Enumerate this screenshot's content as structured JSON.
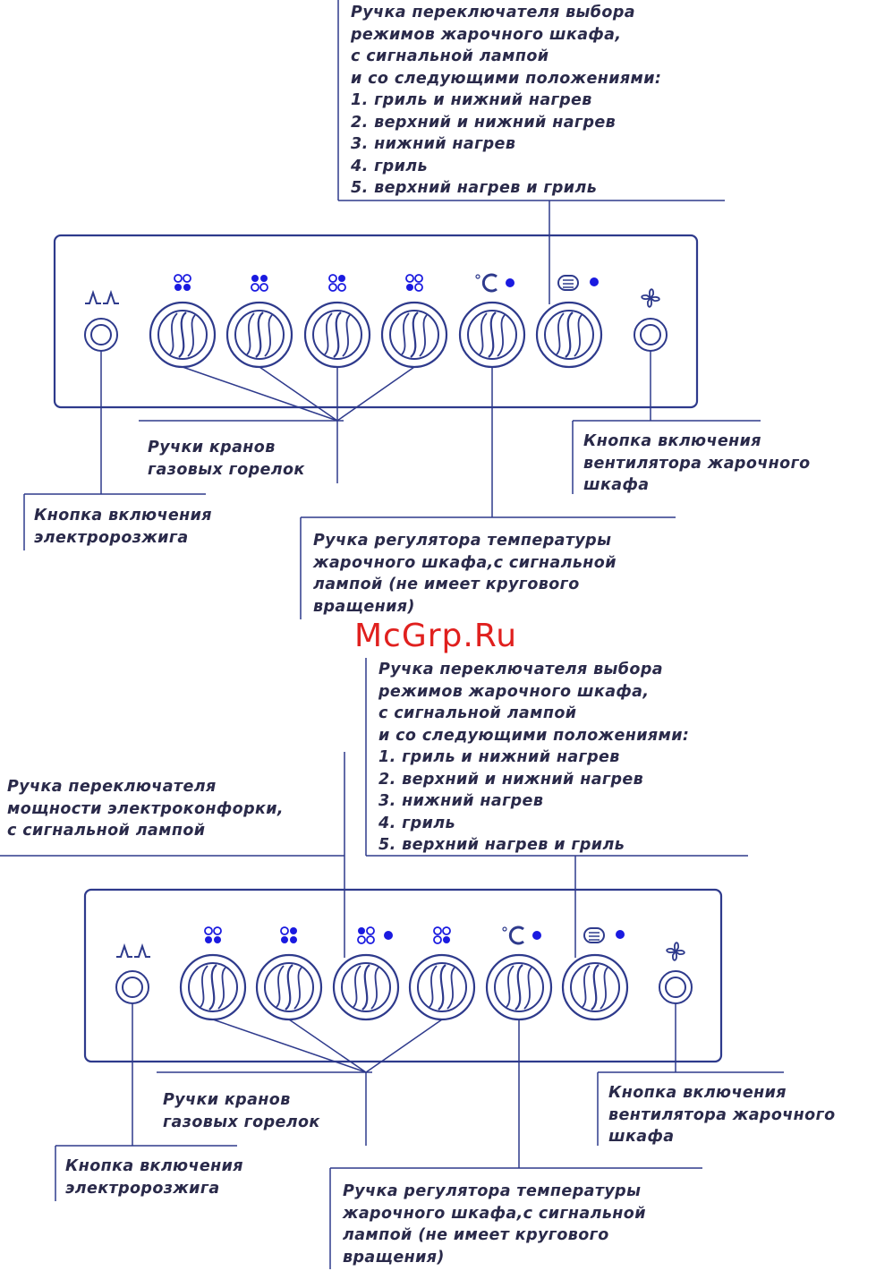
{
  "panel1": {
    "mode_switch_label": "Ручка переключателя выбора\nрежимов жарочного шкафа,\nс сигнальной лампой\nи со следующими положениями:\n1. гриль и нижний нагрев\n2. верхний и нижний нагрев\n3. нижний нагрев\n4. гриль\n5. верхний нагрев и гриль",
    "gas_knobs_label": "Ручки кранов\nгазовых горелок",
    "fan_button_label": "Кнопка включения\nвентилятора жарочного\nшкафа",
    "ignition_button_label": "Кнопка включения\nэлектророзжига",
    "thermostat_label": "Ручка регулятора температуры\nжарочного шкафа,с сигнальной\nлампой (не имеет кругового\nвращения)"
  },
  "watermark": "McGrp.Ru",
  "panel2": {
    "mode_switch_label": "Ручка переключателя выбора\nрежимов жарочного шкафа,\nс сигнальной лампой\nи со следующими положениями:\n1. гриль и нижний нагрев\n2. верхний и нижний нагрев\n3. нижний нагрев\n4. гриль\n5. верхний нагрев и гриль",
    "hotplate_switch_label": "Ручка переключателя\nмощности электроконфорки,\nс сигнальной лампой",
    "gas_knobs_label": "Ручки кранов\nгазовых горелок",
    "fan_button_label": "Кнопка включения\nвентилятора жарочного\nшкафа",
    "ignition_button_label": "Кнопка включения\nэлектророзжига",
    "thermostat_label": "Ручка регулятора температуры\nжарочного шкафа,с сигнальной\nлампой (не имеет кругового\nвращения)"
  },
  "colors": {
    "line": "#2e3a8c",
    "text": "#2a2a4a",
    "lamp": "#1a1ae0",
    "watermark": "#e0201e"
  },
  "icons": [
    "ignition-icon",
    "burner-position-icon",
    "thermostat-icon",
    "oven-mode-icon",
    "fan-icon",
    "indicator-lamp-icon"
  ]
}
